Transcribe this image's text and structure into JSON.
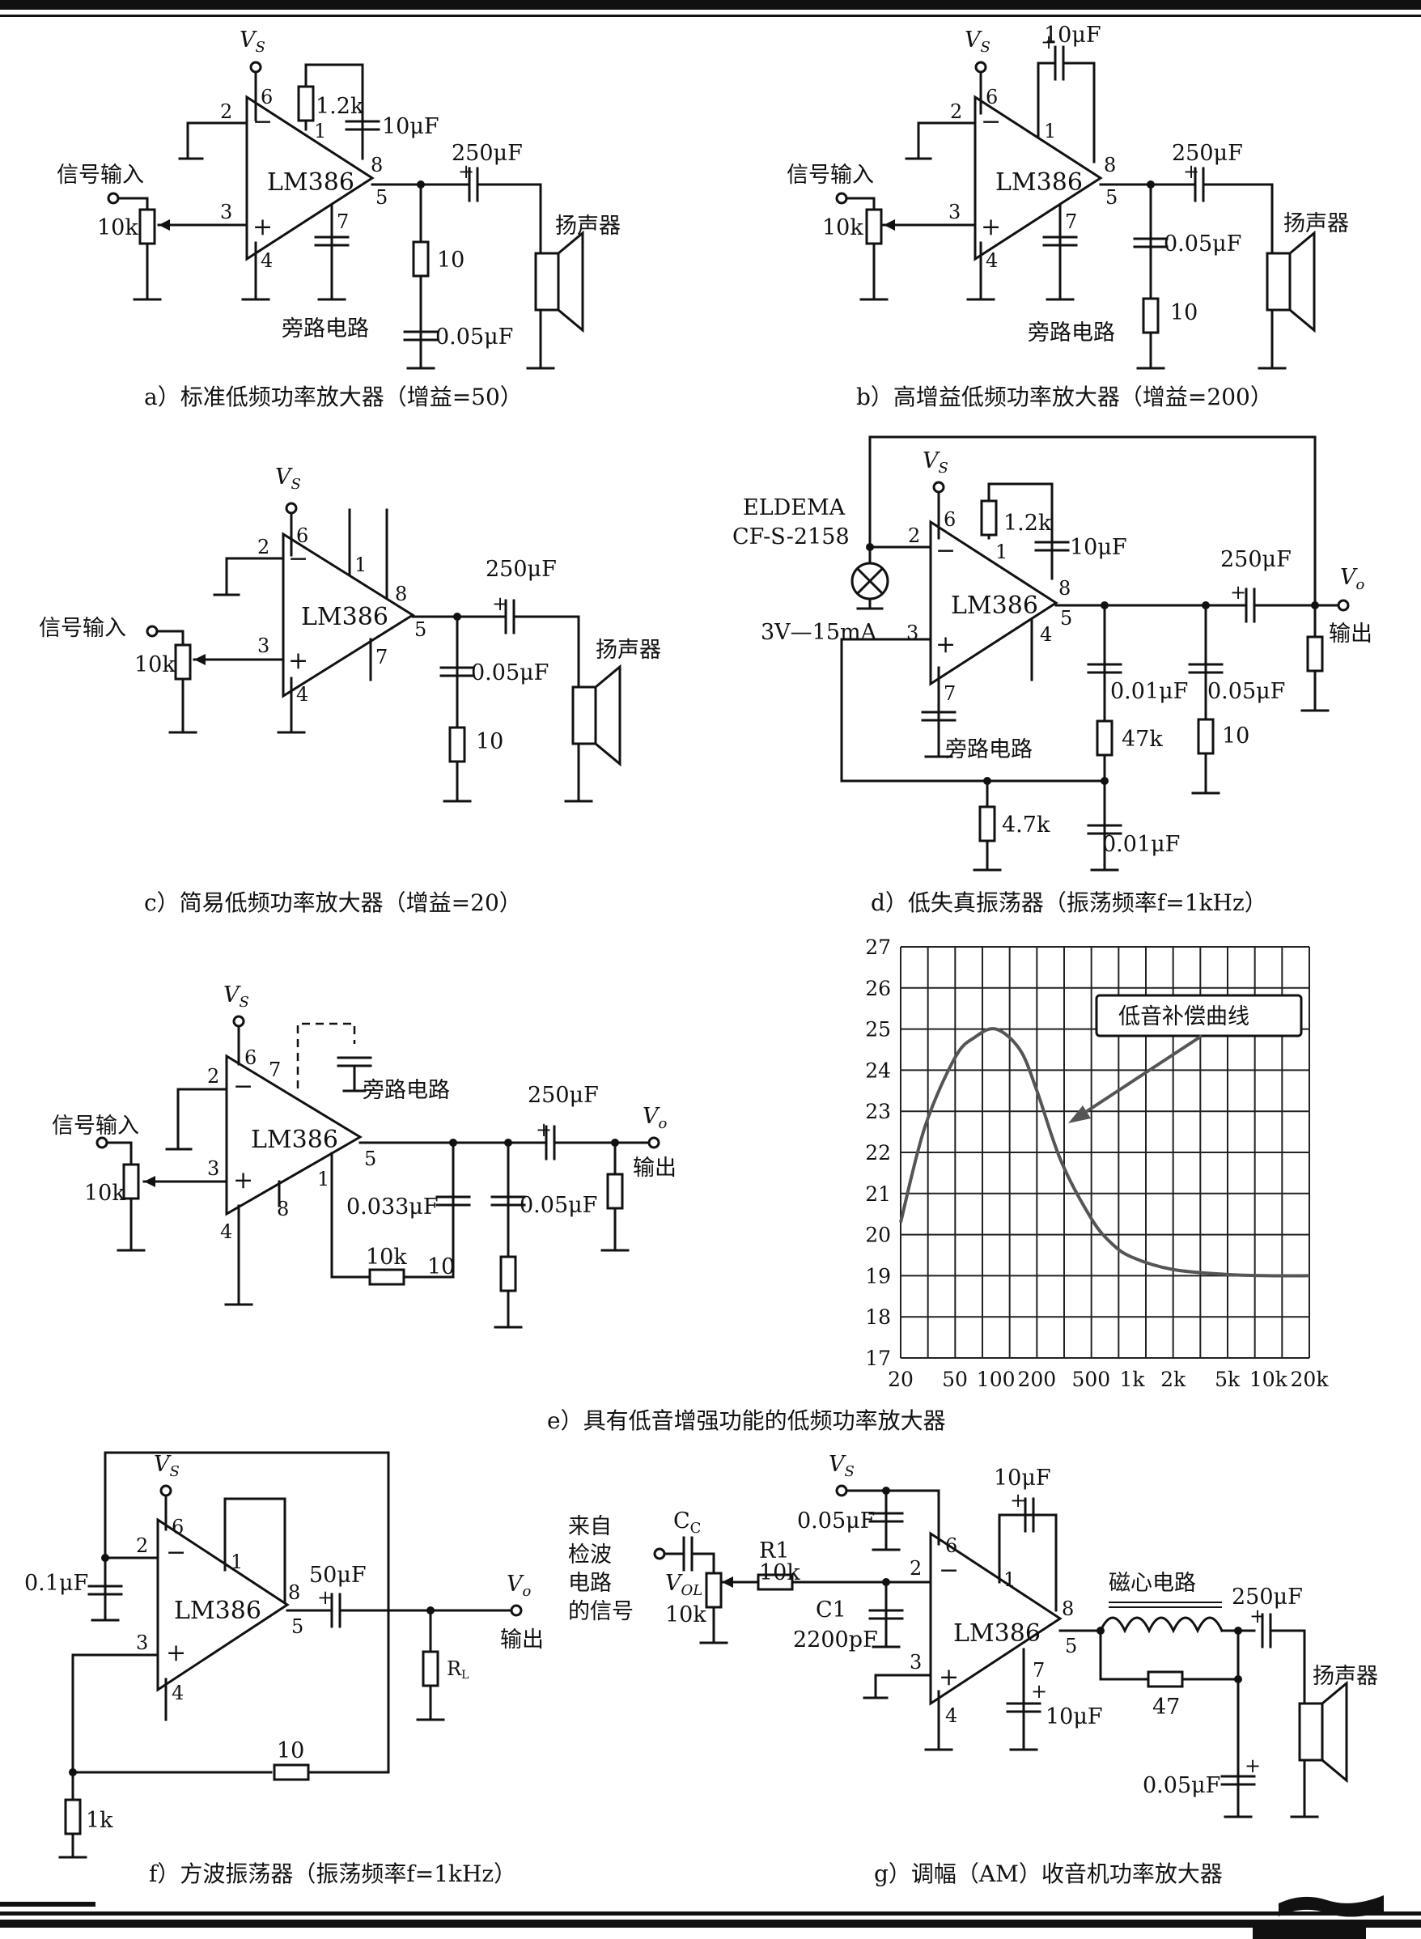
{
  "chip": "LM386",
  "vs": "V",
  "vs_sub": "S",
  "vo": "V",
  "vo_sub": "o",
  "signal_input": "信号输入",
  "speaker": "扬声器",
  "bypass": "旁路电路",
  "output": "输出",
  "c250": "250μF",
  "c10": "10μF",
  "c005": "0.05μF",
  "c001": "0.01μF",
  "r10": "10",
  "r10k": "10k",
  "r12k": "1.2k",
  "pins": {
    "p1": "1",
    "p2": "2",
    "p3": "3",
    "p4": "4",
    "p5": "5",
    "p6": "6",
    "p7": "7",
    "p8": "8",
    "minus": "−",
    "plus": "+"
  },
  "captions": {
    "a": "a）标准低频功率放大器（增益=50）",
    "b": "b）高增益低频功率放大器（增益=200）",
    "c": "c）简易低频功率放大器（增益=20）",
    "d": "d）低失真振荡器（振荡频率f=1kHz）",
    "e": "e）具有低音增强功能的低频功率放大器",
    "f": "f）方波振荡器（振荡频率f=1kHz）",
    "g": "g）调幅（AM）收音机功率放大器"
  },
  "d_extra": {
    "eldema": "ELDEMA",
    "model": "CF-S-2158",
    "lamp": "3V—15mA",
    "r47k": "47k",
    "r47": "4.7k"
  },
  "e_extra": {
    "c0033": "0.033μF"
  },
  "f_extra": {
    "c01": "0.1μF",
    "c50": "50μF",
    "rl": "R",
    "rl_sub": "L",
    "r1k": "1k"
  },
  "g_extra": {
    "from1": "来自",
    "from2": "检波",
    "from3": "电路",
    "from4": "的信号",
    "cc": "C",
    "cc_sub": "C",
    "vol": "V",
    "vol_sub": "OL",
    "r1": "R1",
    "c1": "C1",
    "c2200": "2200pF",
    "coil": "磁心电路",
    "r47": "47"
  },
  "chart_data": {
    "type": "line",
    "x": [
      20,
      30,
      50,
      70,
      100,
      150,
      200,
      300,
      500,
      700,
      1000,
      2000,
      5000,
      10000,
      20000
    ],
    "x_tick_labels": [
      "20",
      "50",
      "100",
      "200",
      "500",
      "1k",
      "2k",
      "5k",
      "10k",
      "20k"
    ],
    "x_ticks": [
      20,
      50,
      100,
      200,
      500,
      1000,
      2000,
      5000,
      10000,
      20000
    ],
    "y": [
      20.3,
      22.6,
      24.3,
      24.8,
      25.0,
      24.5,
      23.5,
      21.8,
      20.4,
      19.8,
      19.45,
      19.15,
      19.03,
      19.0,
      19.0
    ],
    "ylim": [
      17,
      27
    ],
    "y_ticks": [
      17,
      18,
      19,
      20,
      21,
      22,
      23,
      24,
      25,
      26,
      27
    ],
    "xlim": [
      20,
      20000
    ],
    "xscale": "log",
    "grid": true,
    "annotation": "低音补偿曲线"
  }
}
